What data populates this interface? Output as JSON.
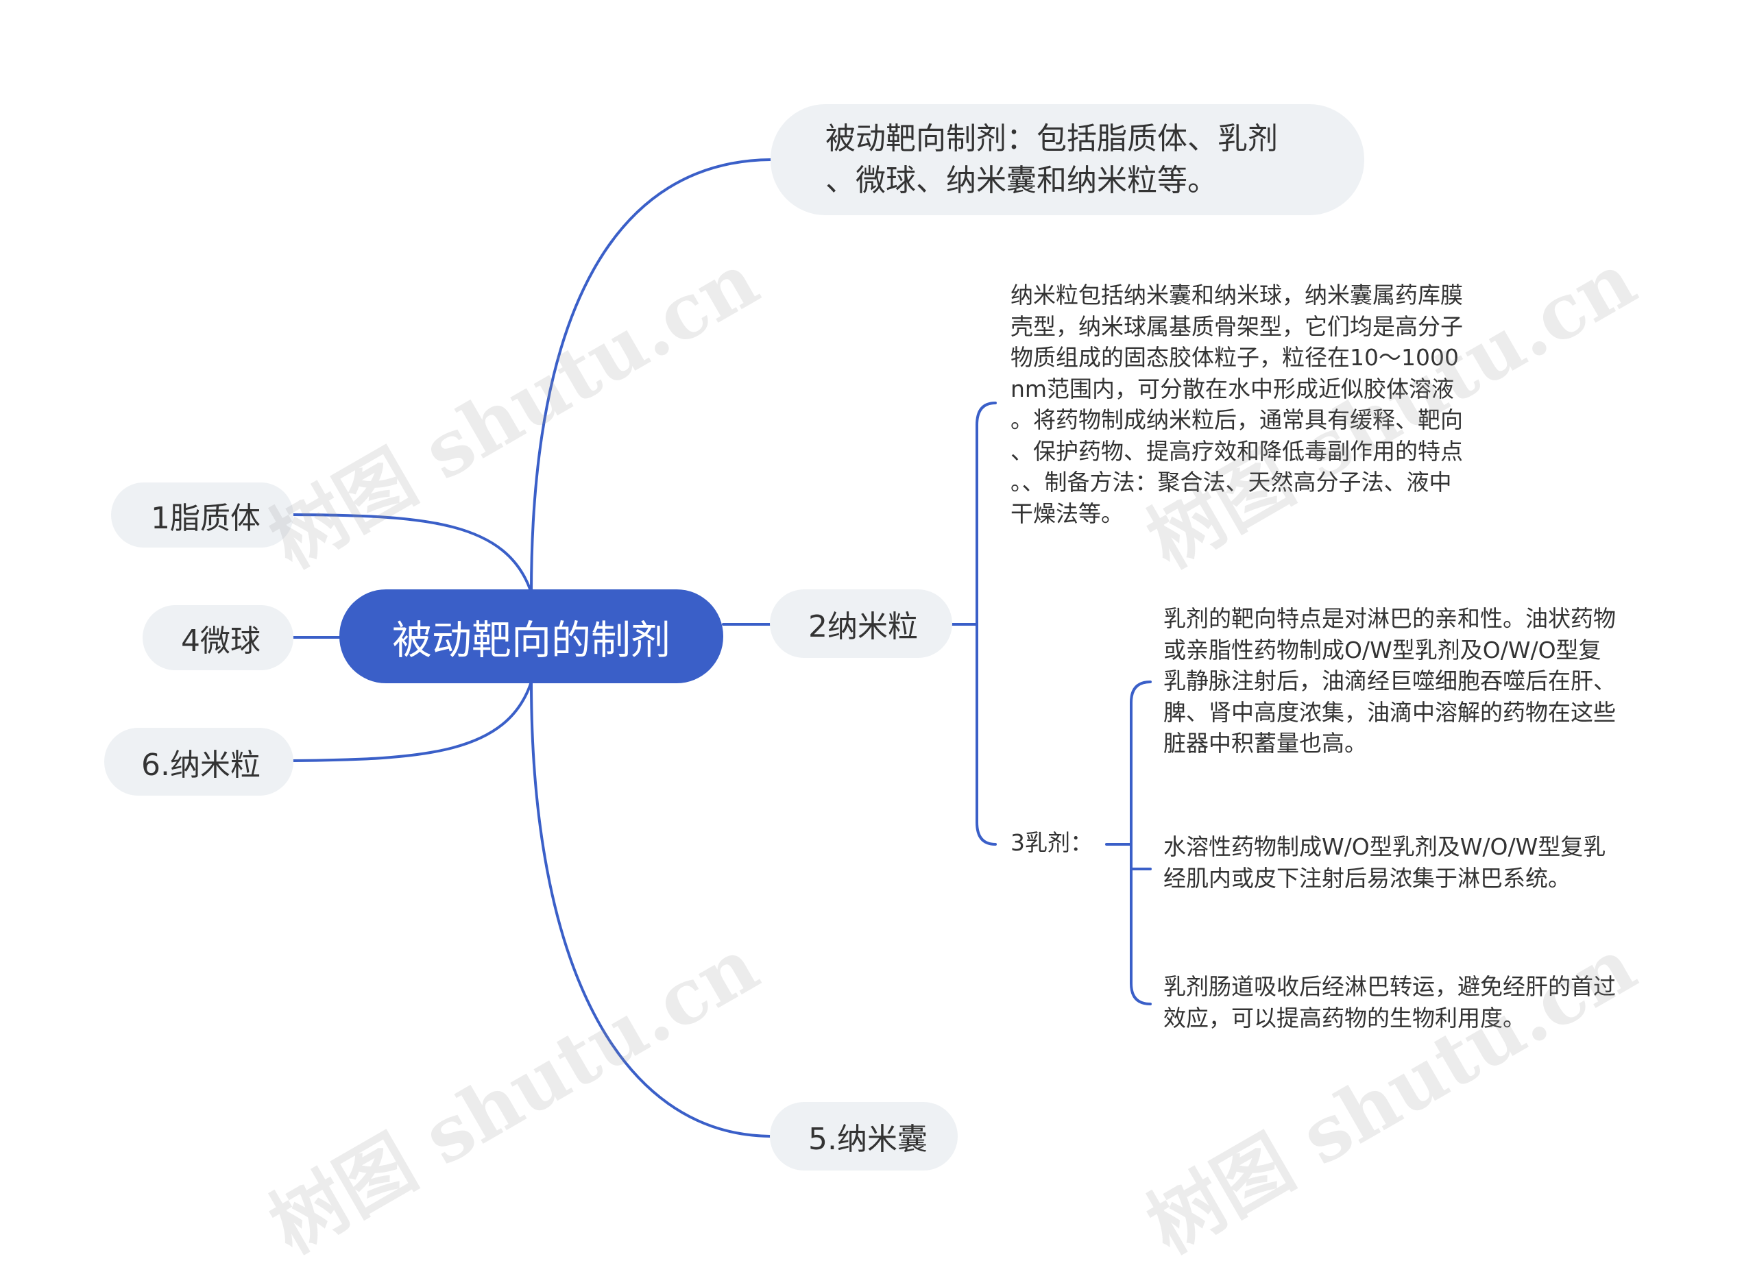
{
  "root": {
    "label": "被动靶向的制剂"
  },
  "left_branches": [
    {
      "label": "1脂质体"
    },
    {
      "label": "4微球"
    },
    {
      "label": "6.纳米粒"
    }
  ],
  "right_branches": {
    "passive": {
      "lines": [
        "被动靶向制剂：包括脂质体、乳剂",
        "、微球、纳米囊和纳米粒等。"
      ]
    },
    "nanoparticle": {
      "label": "2纳米粒",
      "detail_lines": [
        "纳米粒包括纳米囊和纳米球，纳米囊属药库膜",
        "壳型，纳米球属基质骨架型，它们均是高分子",
        "物质组成的固态胶体粒子，粒径在10～1000",
        "nm范围内，可分散在水中形成近似胶体溶液",
        "。将药物制成纳米粒后，通常具有缓释、靶向",
        "、保护药物、提高疗效和降低毒副作用的特点",
        "。、制备方法：聚合法、天然高分子法、液中",
        "干燥法等。"
      ],
      "emulsion": {
        "label": "3乳剂：",
        "items": [
          {
            "lines": [
              "乳剂的靶向特点是对淋巴的亲和性。油状药物",
              "或亲脂性药物制成O/W型乳剂及O/W/O型复",
              "乳静脉注射后，油滴经巨噬细胞吞噬后在肝、",
              "脾、肾中高度浓集，油滴中溶解的药物在这些",
              "脏器中积蓄量也高。"
            ]
          },
          {
            "lines": [
              "水溶性药物制成W/O型乳剂及W/O/W型复乳",
              "经肌内或皮下注射后易浓集于淋巴系统。"
            ]
          },
          {
            "lines": [
              "乳剂肠道吸收后经淋巴转运，避免经肝的首过",
              "效应，可以提高药物的生物利用度。"
            ]
          }
        ]
      }
    },
    "nanocapsule": {
      "label": "5.纳米囊"
    }
  },
  "watermark": {
    "text": "树图 shutu.cn"
  },
  "colors": {
    "root_fill": "#3a5fc8",
    "connector": "#3a5fc8",
    "pill_fill": "#eef1f4",
    "text": "#333333"
  }
}
